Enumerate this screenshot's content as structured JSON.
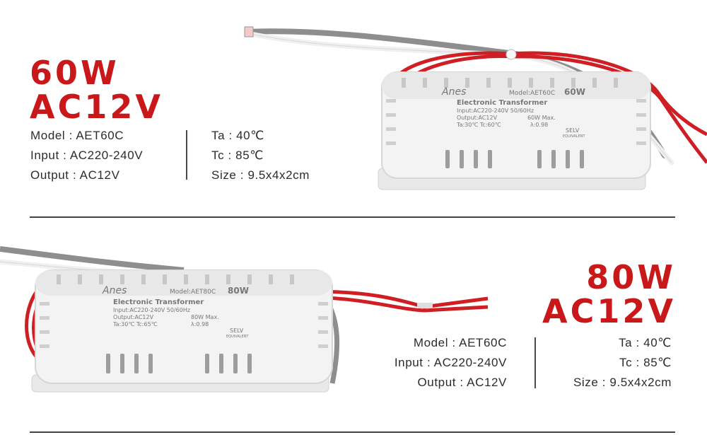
{
  "colors": {
    "accent": "#c8181a",
    "text": "#2c2c2c",
    "divider": "#444444"
  },
  "panels": [
    {
      "power": "60W",
      "voltage": "AC12V",
      "left_specs": [
        "Model : AET60C",
        "Input : AC220-240V",
        "Output : AC12V"
      ],
      "right_specs": [
        "Ta : 40℃",
        "Tc : 85℃",
        "Size : 9.5x4x2cm"
      ],
      "product_label": {
        "brand": "Anes",
        "model_line": "Model:AET60C",
        "wattage": "60W",
        "title": "Electronic Transformer",
        "line1": "Input:AC220-240V  50/60Hz",
        "line2": "Output:AC12V",
        "line2b": "60W Max.",
        "line3": "Ta:30℃ Tc:60℃",
        "line3b": "λ:0.98",
        "selv": "SELV",
        "selv_sub": "EQUIVALENT"
      }
    },
    {
      "power": "80W",
      "voltage": "AC12V",
      "left_specs": [
        "Model : AET60C",
        "Input : AC220-240V",
        "Output : AC12V"
      ],
      "right_specs": [
        "Ta : 40℃",
        "Tc : 85℃",
        "Size : 9.5x4x2cm"
      ],
      "product_label": {
        "brand": "Anes",
        "model_line": "Model:AET80C",
        "wattage": "80W",
        "title": "Electronic Transformer",
        "line1": "Input:AC220-240V  50/60Hz",
        "line2": "Output:AC12V",
        "line2b": "80W Max.",
        "line3": "Ta:30℃ Tc:65℃",
        "line3b": "λ:0.98",
        "selv": "SELV",
        "selv_sub": "EQUIVALENT"
      }
    }
  ]
}
